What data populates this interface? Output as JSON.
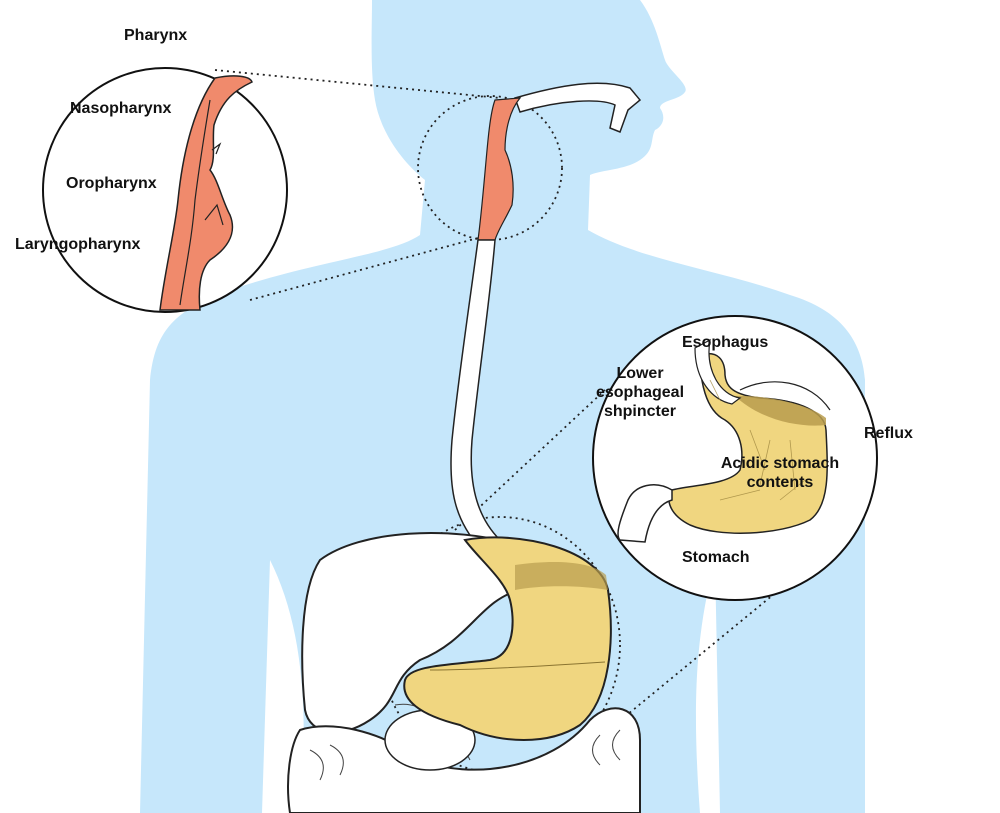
{
  "labels": {
    "pharynx": "Pharynx",
    "nasopharynx": "Nasopharynx",
    "oropharynx": "Oropharynx",
    "laryngopharynx": "Laryngopharynx",
    "esophagus": "Esophagus",
    "les_line1": "Lower",
    "les_line2": "esophageal",
    "les_line3": "shpincter",
    "reflux": "Reflux",
    "acid_line1": "Acidic stomach",
    "acid_line2": "contents",
    "stomach": "Stomach"
  },
  "colors": {
    "body": "#c6e7fb",
    "pharynx": "#f08a6c",
    "stomach": "#f0d680",
    "stomach_dark": "#b89c4e"
  }
}
